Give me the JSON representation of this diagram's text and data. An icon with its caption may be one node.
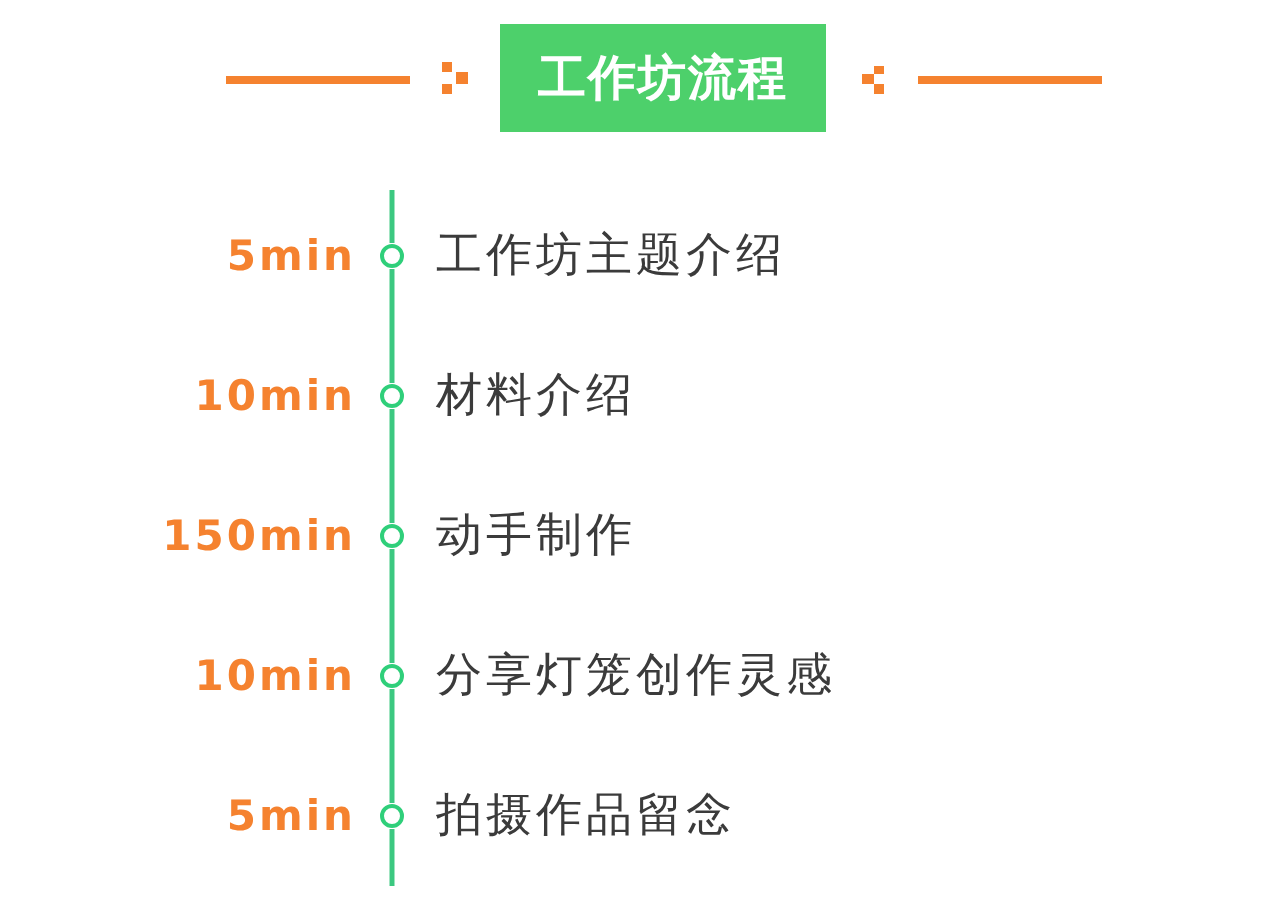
{
  "diagram": {
    "title": "工作坊流程",
    "nodes": [
      {
        "text": [],
        "shape": "circle",
        "beside": [
          "5min",
          "工作坊主题介绍"
        ]
      },
      {
        "text": [],
        "shape": "circle",
        "beside": [
          "10min",
          "材料介绍"
        ]
      },
      {
        "text": [],
        "shape": "circle",
        "beside": [
          "150min",
          "动手制作"
        ]
      },
      {
        "text": [],
        "shape": "circle",
        "beside": [
          "10min",
          "分享灯笼创作灵感"
        ]
      },
      {
        "text": [],
        "shape": "circle",
        "beside": [
          "5min",
          "拍摄作品留念"
        ]
      }
    ],
    "edges": [
      {
        "from": null,
        "to": 0,
        "arrow": "none"
      },
      {
        "from": 0,
        "to": 1,
        "arrow": "none"
      },
      {
        "from": 1,
        "to": 2,
        "arrow": "none"
      },
      {
        "from": 2,
        "to": 3,
        "arrow": "none"
      },
      {
        "from": 3,
        "to": 4,
        "arrow": "none"
      },
      {
        "from": 4,
        "to": null,
        "arrow": "none"
      }
    ]
  }
}
